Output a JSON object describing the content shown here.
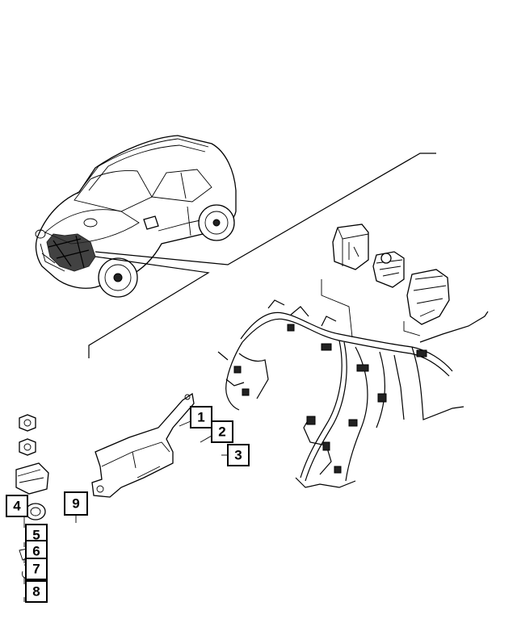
{
  "diagram": {
    "callouts": [
      {
        "id": "c1",
        "label": "1"
      },
      {
        "id": "c2",
        "label": "2"
      },
      {
        "id": "c3",
        "label": "3"
      },
      {
        "id": "c4",
        "label": "4"
      },
      {
        "id": "c5",
        "label": "5"
      },
      {
        "id": "c6",
        "label": "6"
      },
      {
        "id": "c7",
        "label": "7"
      },
      {
        "id": "c8",
        "label": "8"
      },
      {
        "id": "c9",
        "label": "9"
      }
    ],
    "colors": {
      "line": "#000000",
      "background": "#ffffff",
      "shade": "#e6e6e6"
    }
  }
}
